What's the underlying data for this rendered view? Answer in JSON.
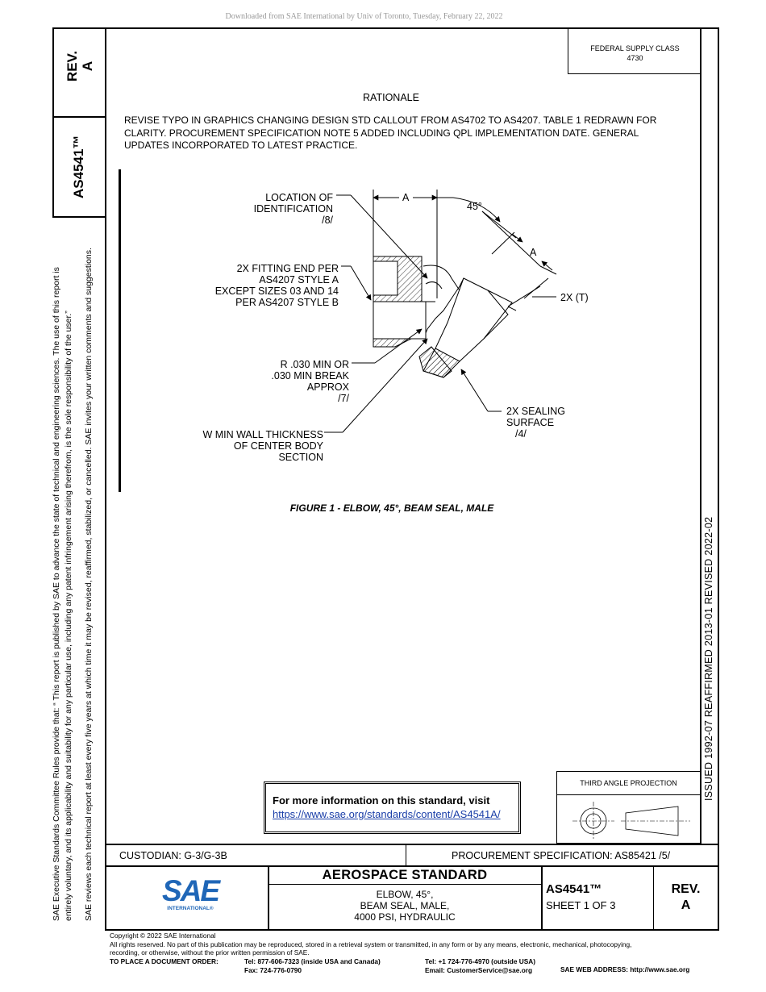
{
  "download_notice": "Downloaded from SAE International by Univ of Toronto, Tuesday, February 22, 2022",
  "side": {
    "rev_label": "REV.",
    "rev_value": "A",
    "doc_number": "AS4541™",
    "notice_line1": "SAE Executive Standards Committee Rules provide that: “  This report is published by SAE to advance the state of technical and engineering sciences. The use of this report is",
    "notice_line2": "entirely voluntary, and its applicability and suitability for any particular use, including any patent infringement arising therefrom, is the sole responsibility of the user.”",
    "notice_line3": "SAE reviews each technical report at least every five years at which time it may be revised, reaffirmed, stabilized, or cancelled. SAE invites your written comments and suggestions."
  },
  "supply_class": {
    "line1": "FEDERAL SUPPLY CLASS",
    "line2": "4730"
  },
  "rationale": {
    "heading": "RATIONALE",
    "line1": "REVISE TYPO IN GRAPHICS CHANGING DESIGN STD CALLOUT FROM AS4702 TO AS4207. TABLE 1 REDRAWN FOR",
    "line2": "CLARITY. PROCUREMENT SPECIFICATION NOTE 5 ADDED INCLUDING QPL IMPLEMENTATION DATE. GENERAL",
    "line3": "UPDATES INCORPORATED TO LATEST PRACTICE."
  },
  "figure": {
    "caption": "FIGURE 1 - ELBOW, 45°, BEAM SEAL, MALE",
    "label_location": [
      "LOCATION OF",
      "IDENTIFICATION",
      "/8/"
    ],
    "label_fitting": [
      "2X FITTING END PER",
      "AS4207 STYLE A",
      "EXCEPT SIZES 03 AND 14",
      "PER AS4207 STYLE B"
    ],
    "label_radius": [
      "R .030 MIN OR",
      ".030 MIN BREAK",
      "APPROX",
      "/7/"
    ],
    "label_wall": [
      "W MIN WALL THICKNESS",
      "OF CENTER BODY",
      "SECTION"
    ],
    "label_sealing": [
      "2X SEALING",
      "SURFACE",
      "/4/"
    ],
    "dim_a_top": "A",
    "dim_a_diag": "A",
    "angle": "45°",
    "dim_t": "2X (T)"
  },
  "history": "ISSUED 1992-07    REAFFIRMED 2013-01    REVISED 2022-02",
  "more_info": {
    "text": "For more information on this standard, visit",
    "url": "https://www.sae.org/standards/content/AS4541A/"
  },
  "projection": {
    "label": "THIRD ANGLE PROJECTION"
  },
  "title_block": {
    "custodian": "CUSTODIAN: G-3/G-3B",
    "procurement": "PROCUREMENT SPECIFICATION: AS85421 /5/",
    "standard_type": "AEROSPACE STANDARD",
    "desc1": "ELBOW, 45°,",
    "desc2": "BEAM SEAL, MALE,",
    "desc3": "4000 PSI, HYDRAULIC",
    "doc_number": "AS4541™",
    "sheet": "SHEET 1 OF 3",
    "rev_label": "REV.",
    "rev_value": "A",
    "logo_text": "SAE",
    "logo_sub": "INTERNATIONAL®"
  },
  "footer": {
    "copyright": "Copyright © 2022 SAE International",
    "rights1": "All rights reserved. No part of this publication may be reproduced, stored in a retrieval system or transmitted, in any form or by any means, electronic, mechanical, photocopying,",
    "rights2": "recording, or otherwise, without the prior written permission of SAE.",
    "order_label": "TO PLACE A DOCUMENT ORDER:",
    "tel_usa": "Tel: 877-606-7323 (inside USA and Canada)",
    "fax": "Fax: 724-776-0790",
    "tel_outside": "Tel: +1 724-776-4970 (outside USA)",
    "email": "Email: CustomerService@sae.org",
    "web": "SAE WEB ADDRESS: http://www.sae.org"
  },
  "colors": {
    "logo_blue": "#1f66b7",
    "link_blue": "#1a3ea8"
  }
}
